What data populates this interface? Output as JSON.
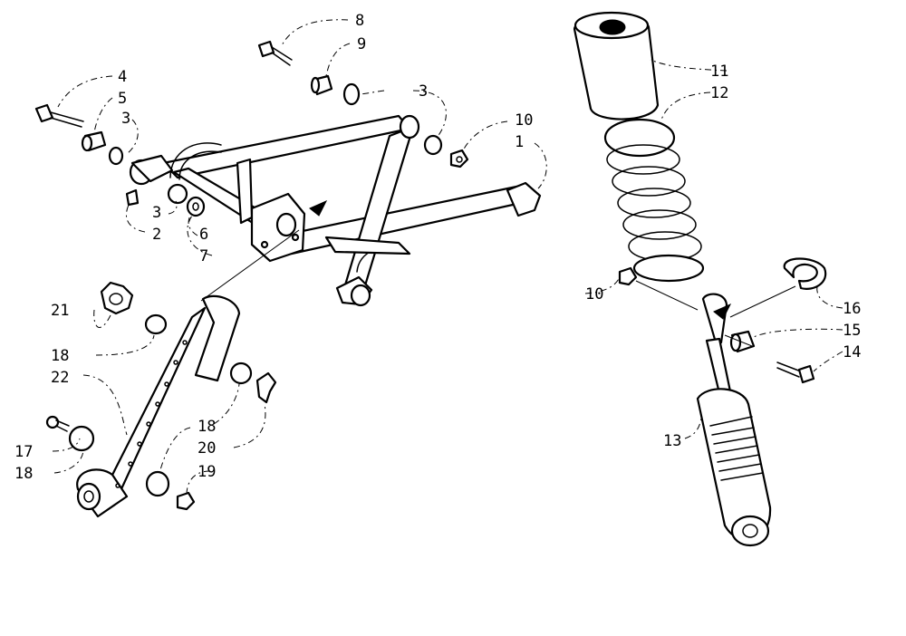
{
  "callouts": {
    "c1": "1",
    "c2": "2",
    "c3a": "3",
    "c3b": "3",
    "c3c": "3",
    "c4": "4",
    "c5": "5",
    "c6": "6",
    "c7": "7",
    "c8": "8",
    "c9": "9",
    "c10a": "10",
    "c10b": "10",
    "c11": "11",
    "c12": "12",
    "c13": "13",
    "c14": "14",
    "c15": "15",
    "c16": "16",
    "c17": "17",
    "c18a": "18",
    "c18b": "18",
    "c18c": "18",
    "c19": "19",
    "c20": "20",
    "c21": "21",
    "c22": "22"
  }
}
